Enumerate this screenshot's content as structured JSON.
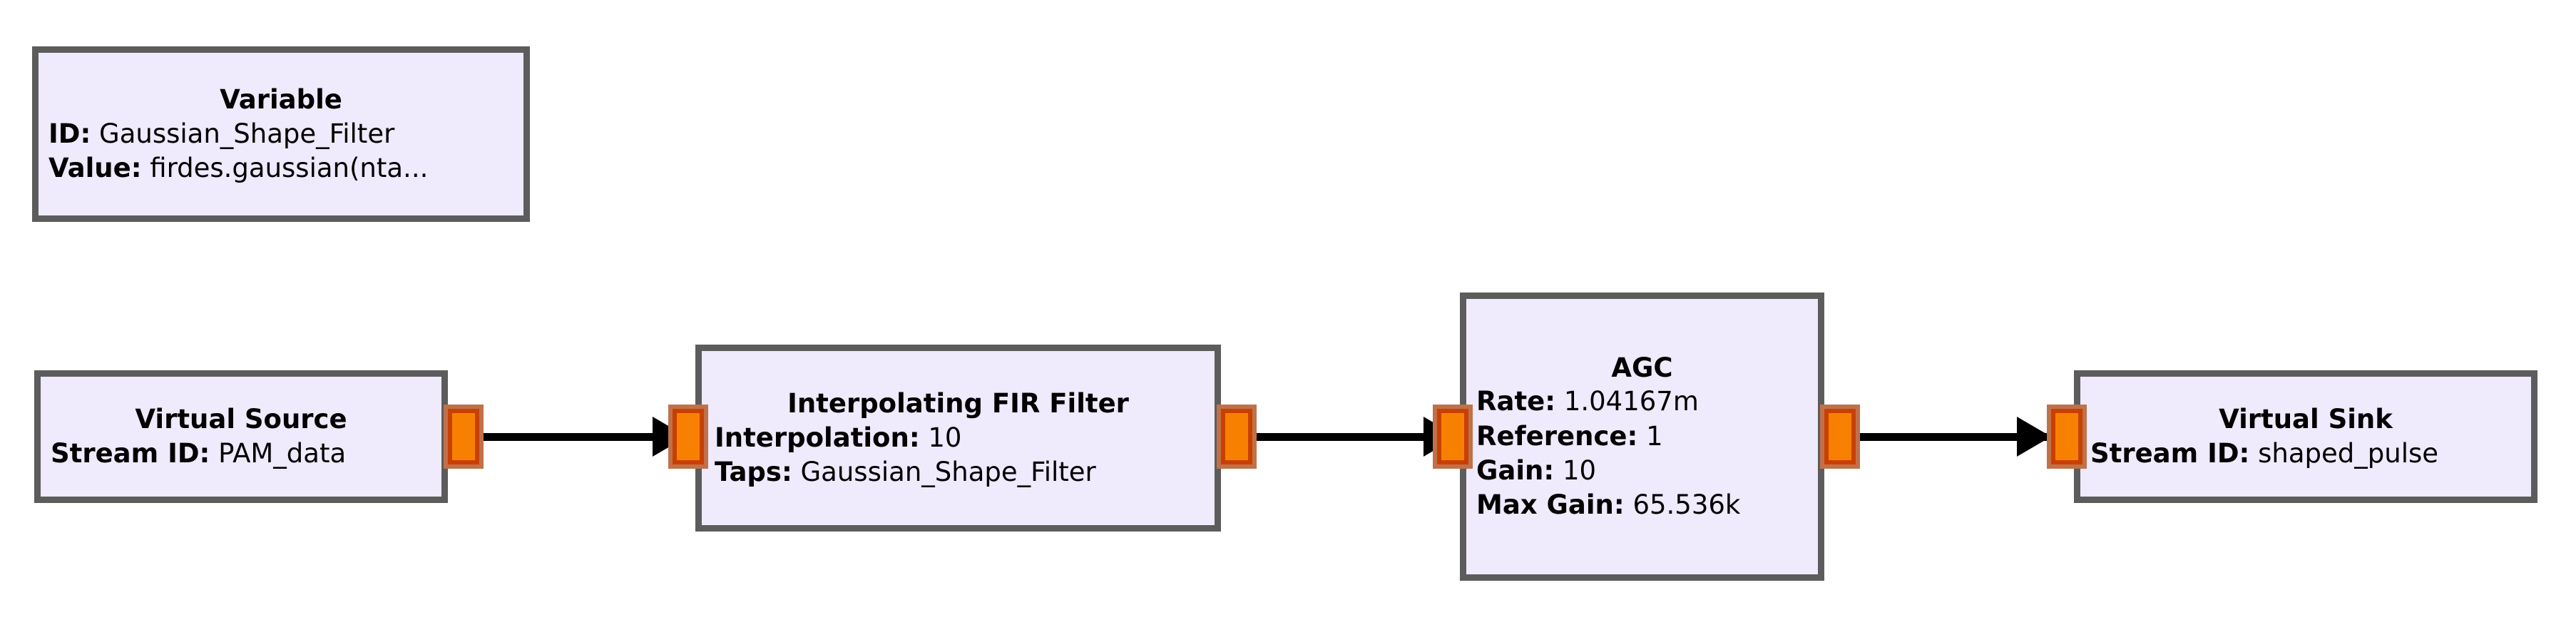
{
  "canvas": {
    "background": "#ffffff",
    "block_fill": "#efeafc",
    "block_border": "#5c5c5c",
    "port_fill": "#f88000",
    "port_inner_border": "#c84000",
    "port_outer_border": "#c0714a",
    "wire_color": "#000000"
  },
  "blocks": {
    "variable": {
      "title": "Variable",
      "params": [
        {
          "key": "ID:",
          "value": "Gaussian_Shape_Filter"
        },
        {
          "key": "Value:",
          "value": "firdes.gaussian(nta..."
        }
      ]
    },
    "virtual_source": {
      "title": "Virtual Source",
      "params": [
        {
          "key": "Stream ID:",
          "value": "PAM_data"
        }
      ],
      "ports": {
        "output": "out-port"
      }
    },
    "interpolating_fir_filter": {
      "title": "Interpolating FIR Filter",
      "params": [
        {
          "key": "Interpolation:",
          "value": "10"
        },
        {
          "key": "Taps:",
          "value": "Gaussian_Shape_Filter"
        }
      ],
      "ports": {
        "input": "in-port",
        "output": "out-port"
      }
    },
    "agc": {
      "title": "AGC",
      "params": [
        {
          "key": "Rate:",
          "value": "1.04167m"
        },
        {
          "key": "Reference:",
          "value": "1"
        },
        {
          "key": "Gain:",
          "value": "10"
        },
        {
          "key": "Max Gain:",
          "value": "65.536k"
        }
      ],
      "ports": {
        "input": "in-port",
        "output": "out-port"
      }
    },
    "virtual_sink": {
      "title": "Virtual Sink",
      "params": [
        {
          "key": "Stream ID:",
          "value": "shaped_pulse"
        }
      ],
      "ports": {
        "input": "in-port"
      }
    }
  },
  "connections": [
    {
      "from": "virtual_source",
      "to": "interpolating_fir_filter"
    },
    {
      "from": "interpolating_fir_filter",
      "to": "agc"
    },
    {
      "from": "agc",
      "to": "virtual_sink"
    }
  ]
}
